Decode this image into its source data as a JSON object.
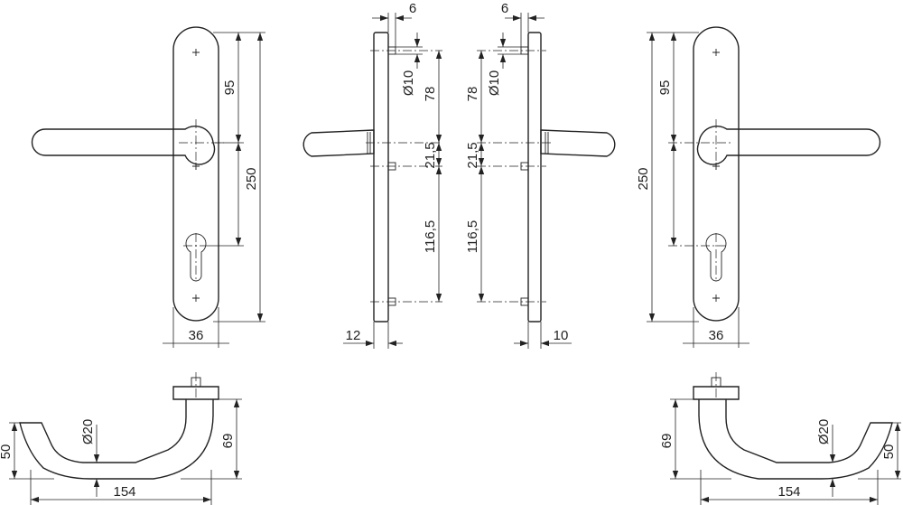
{
  "dimensions": {
    "front_left": {
      "height_95": "95",
      "height_250": "250",
      "width_36": "36"
    },
    "side_left": {
      "offset_6": "6",
      "diameter_10": "Ø10",
      "height_78": "78",
      "height_21_5": "21,5",
      "height_116_5": "116,5",
      "thickness_12": "12"
    },
    "side_right": {
      "offset_6": "6",
      "diameter_10": "Ø10",
      "height_78": "78",
      "height_21_5": "21,5",
      "height_116_5": "116,5",
      "thickness_10": "10"
    },
    "front_right": {
      "height_95": "95",
      "height_250": "250",
      "width_36": "36"
    },
    "top_left": {
      "height_50": "50",
      "diameter_20": "Ø20",
      "height_69": "69",
      "length_154": "154"
    },
    "top_right": {
      "height_69": "69",
      "diameter_20": "Ø20",
      "height_50": "50",
      "length_154": "154"
    }
  }
}
